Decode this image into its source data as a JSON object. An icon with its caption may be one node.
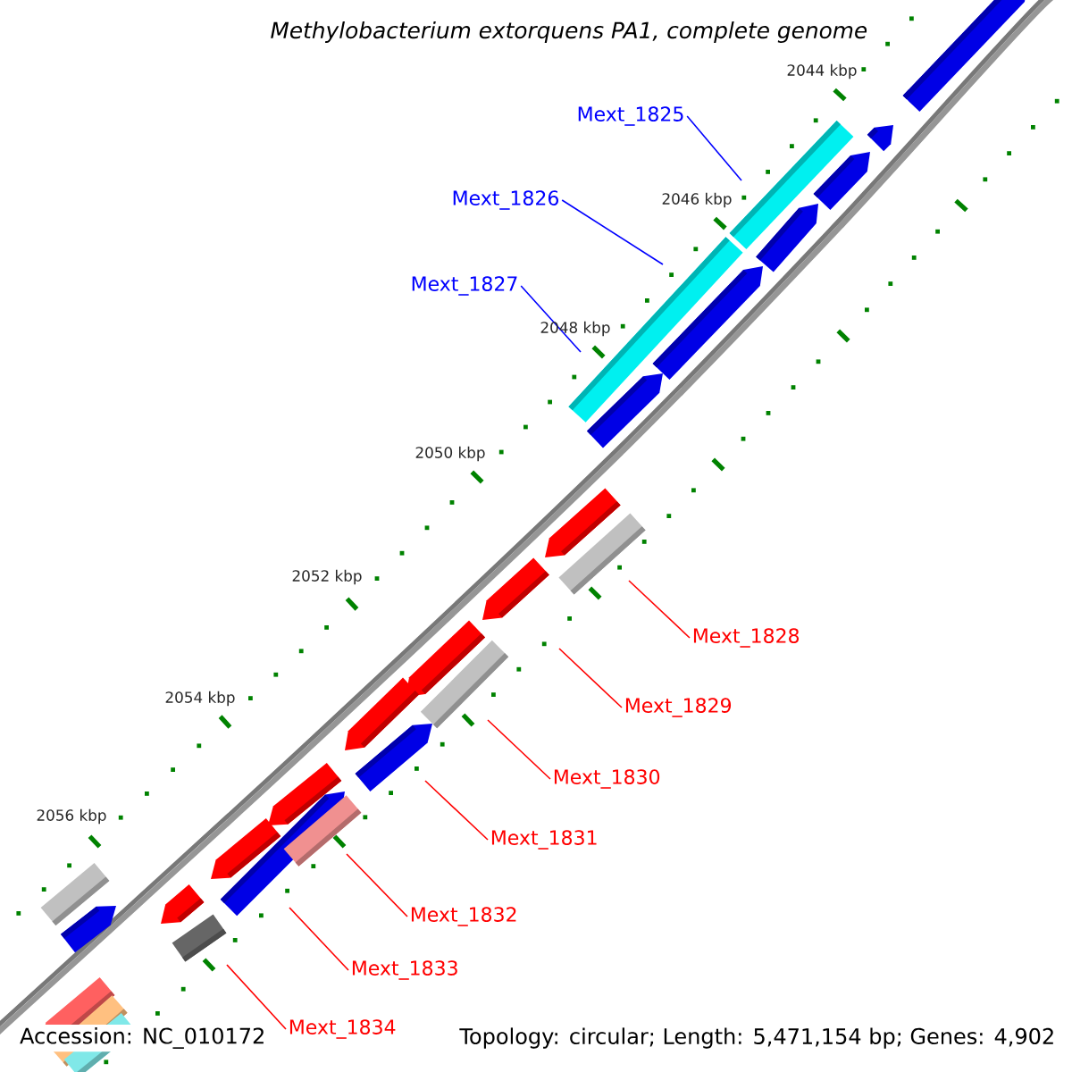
{
  "diagram": {
    "title": "Methylobacterium extorquens PA1, complete genome",
    "nodes": [
      {
        "text": [
          "Mext_1825"
        ]
      },
      {
        "text": [
          "Mext_1826"
        ]
      },
      {
        "text": [
          "Mext_1827"
        ]
      },
      {
        "text": [
          "Mext_1828"
        ]
      },
      {
        "text": [
          "Mext_1829"
        ]
      },
      {
        "text": [
          "Mext_1830"
        ]
      },
      {
        "text": [
          "Mext_1831"
        ]
      },
      {
        "text": [
          "Mext_1832"
        ]
      },
      {
        "text": [
          "Mext_1833"
        ]
      },
      {
        "text": [
          "Mext_1834"
        ]
      }
    ],
    "edges": [
      {
        "from": 0,
        "to": null,
        "arrow": "none",
        "color": "#0000ff"
      },
      {
        "from": 1,
        "to": null,
        "arrow": "none",
        "color": "#0000ff"
      },
      {
        "from": 2,
        "to": null,
        "arrow": "none",
        "color": "#0000ff"
      },
      {
        "from": 3,
        "to": null,
        "arrow": "none"
      },
      {
        "from": 4,
        "to": null,
        "arrow": "none"
      },
      {
        "from": 5,
        "to": null,
        "arrow": "none"
      },
      {
        "from": 6,
        "to": null,
        "arrow": "none"
      },
      {
        "from": 7,
        "to": null,
        "arrow": "none"
      },
      {
        "from": 8,
        "to": null,
        "arrow": "none"
      },
      {
        "from": 9,
        "to": null,
        "arrow": "none"
      }
    ],
    "labels": [
      "2044 kbp",
      "2046 kbp",
      "2048 kbp",
      "2050 kbp",
      "2052 kbp",
      "2054 kbp",
      "2056 kbp",
      "Accession: NC_010172",
      "Topology: circular; Length: 5,471,154 bp; Genes: 4,902"
    ]
  }
}
